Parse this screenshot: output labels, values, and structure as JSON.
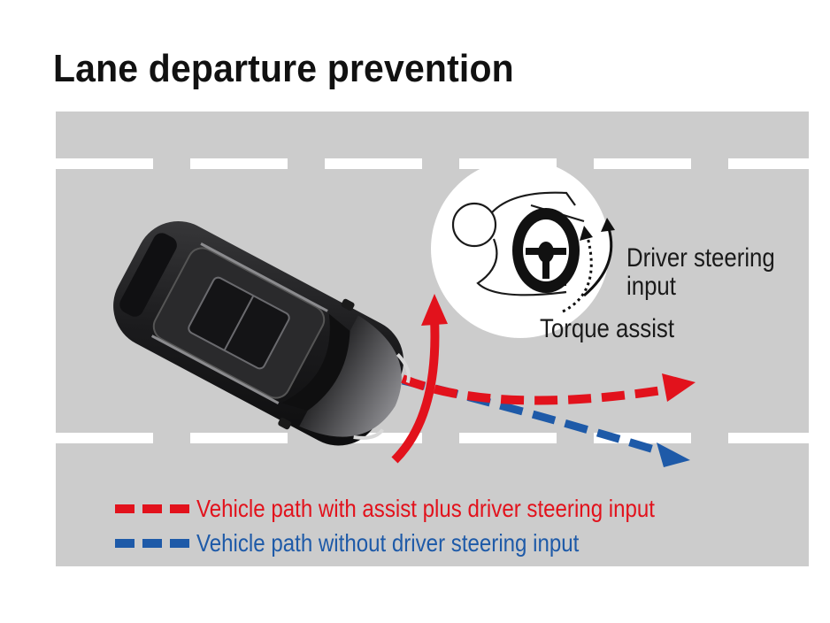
{
  "title": "Lane departure prevention",
  "labels": {
    "driver_input": "Driver steering input",
    "driver_input_line1": "Driver steering",
    "driver_input_line2": "input",
    "torque": "Torque assist"
  },
  "legend": [
    {
      "text": "Vehicle path with assist plus driver steering input",
      "color": "#e2121c"
    },
    {
      "text": "Vehicle path without driver steering input",
      "color": "#1e5aa8"
    }
  ],
  "colors": {
    "road": "#cccccc",
    "lane": "#ffffff",
    "assist_path": "#e2121c",
    "no_input_path": "#1e5aa8"
  }
}
